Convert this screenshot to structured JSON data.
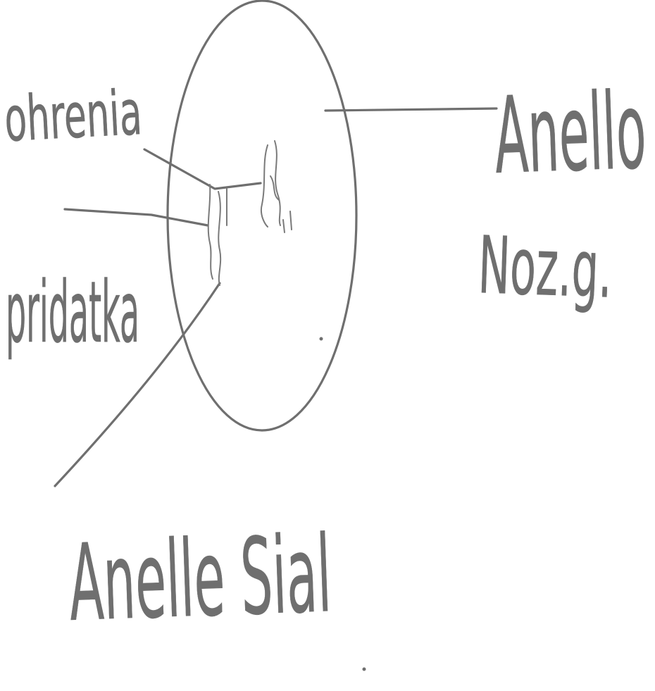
{
  "diagram": {
    "labels": {
      "outer_left": "ohrenia",
      "inner_left": "pridatka",
      "upper_right": "Anello",
      "middle_right": "Noz.g.",
      "bottom": "Anelle Sial"
    },
    "colors": {
      "ink": "#6f6f6f",
      "background": "#ffffff"
    }
  }
}
